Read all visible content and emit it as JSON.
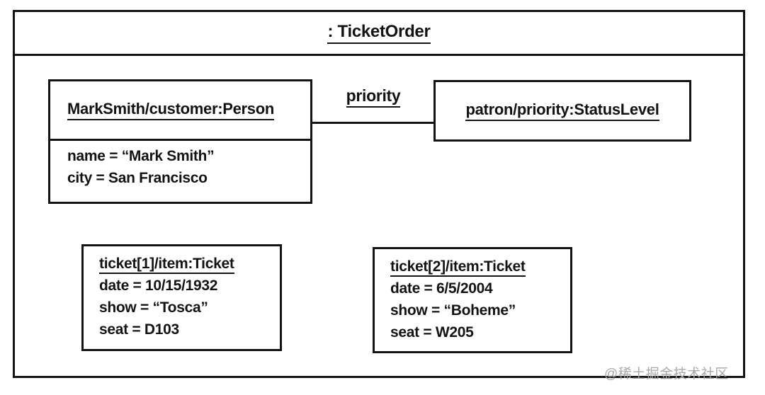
{
  "watermark": "@稀土掘金技术社区",
  "diagram": {
    "type": "uml-object-diagram",
    "container": {
      "title": ": TicketOrder"
    },
    "objects": [
      {
        "id": "person",
        "header": "MarkSmith/customer:Person",
        "attributes": [
          "name = “Mark Smith”",
          "city = San Francisco"
        ]
      },
      {
        "id": "statusLevel",
        "header": "patron/priority:StatusLevel",
        "attributes": []
      },
      {
        "id": "ticket1",
        "header": "ticket[1]/item:Ticket",
        "attributes": [
          "date = 10/15/1932",
          "show = “Tosca”",
          "seat = D103"
        ]
      },
      {
        "id": "ticket2",
        "header": "ticket[2]/item:Ticket",
        "attributes": [
          "date = 6/5/2004",
          "show = “Boheme”",
          "seat = W205"
        ]
      }
    ],
    "links": [
      {
        "label": "priority",
        "from": "MarkSmith/customer:Person",
        "to": "patron/priority:StatusLevel"
      }
    ]
  }
}
